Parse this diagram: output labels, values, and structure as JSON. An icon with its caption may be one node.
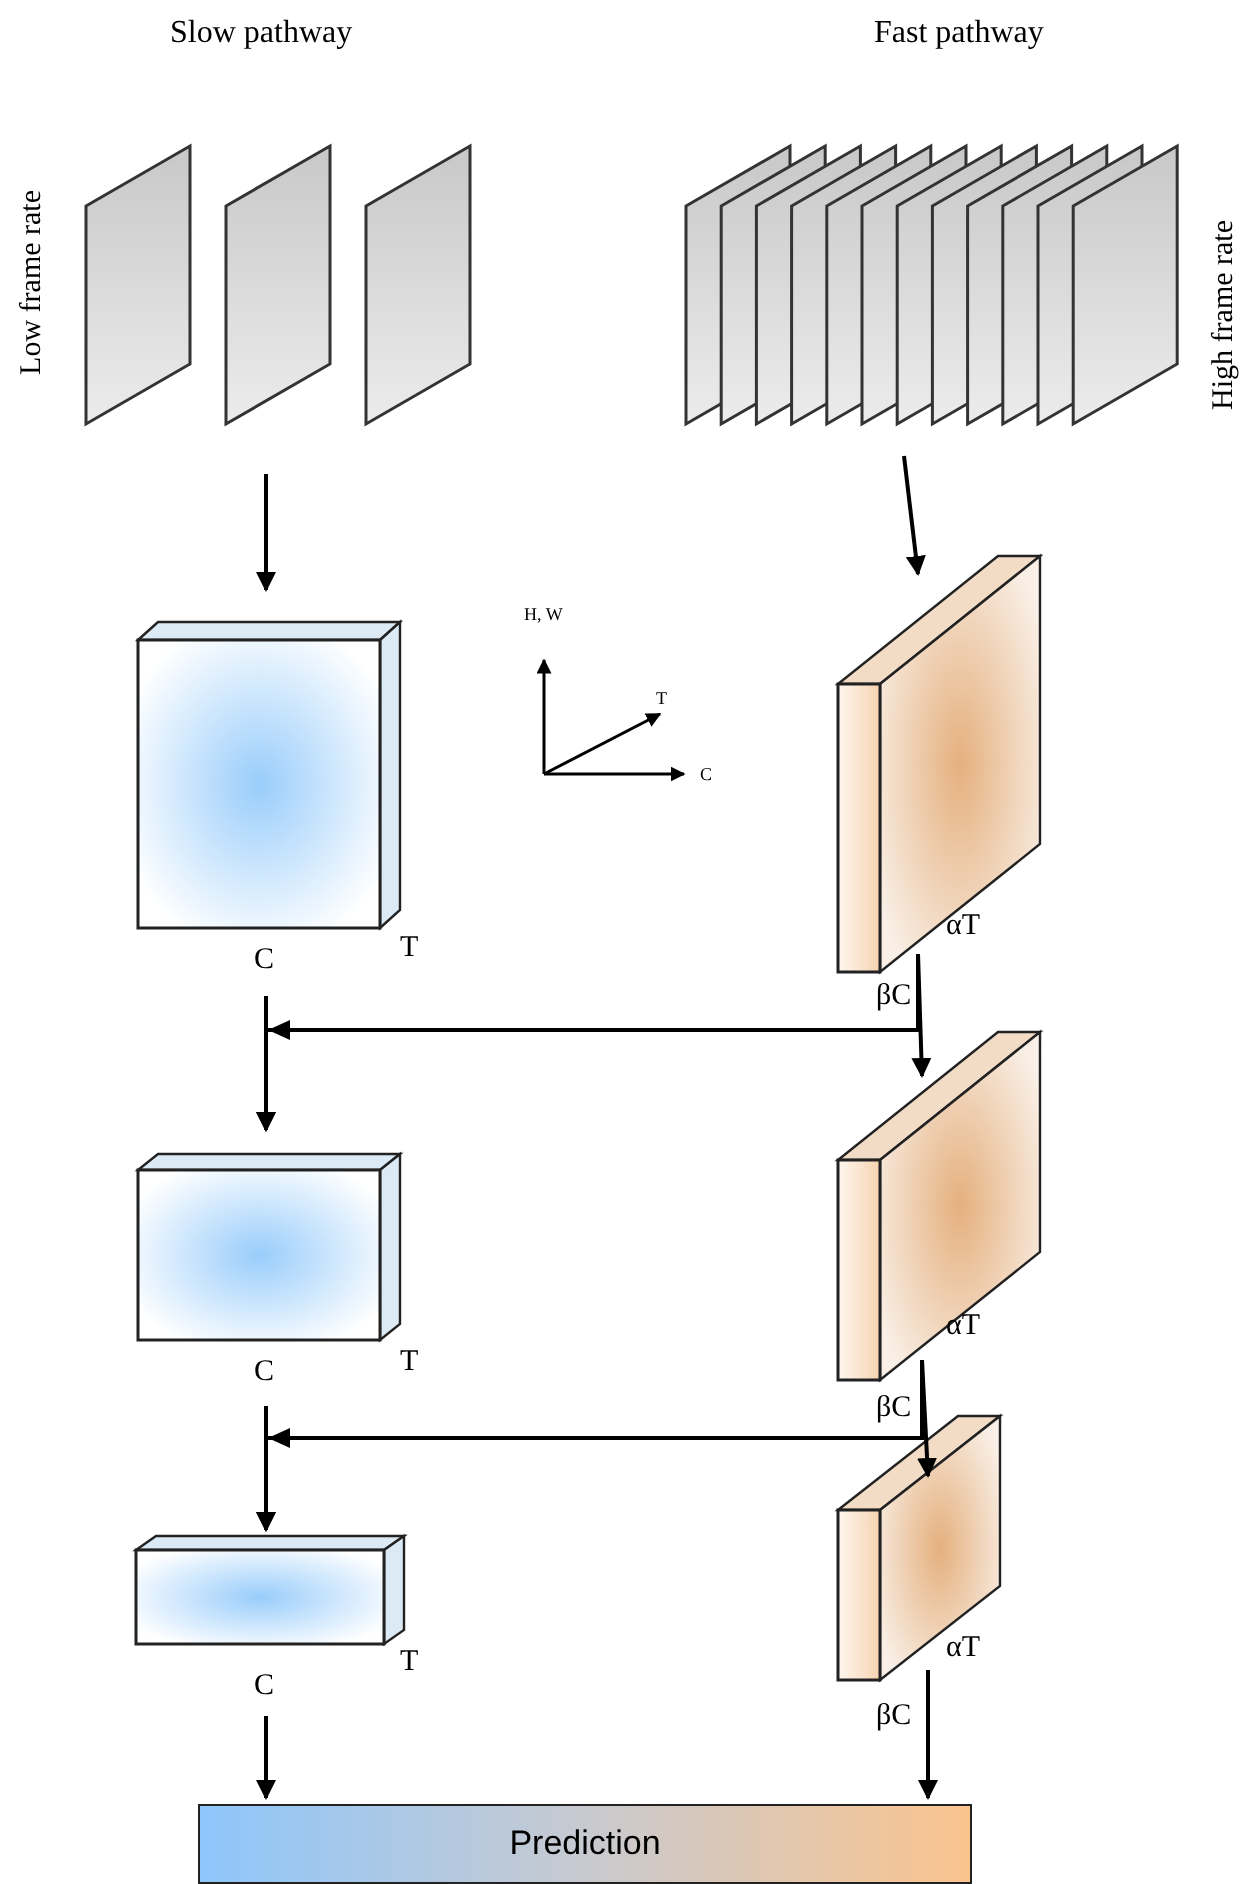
{
  "diagram": {
    "nodes": [
      {
        "text": [],
        "shape": "picture",
        "beside": [
          "Low frame rate"
        ]
      },
      {
        "text": [],
        "shape": "picture",
        "beside": [
          "High frame rate"
        ]
      },
      {
        "text": [],
        "shape": "box",
        "beside": [
          "C",
          "T"
        ]
      },
      {
        "text": [],
        "shape": "box",
        "beside": [
          "αT",
          "βC"
        ]
      },
      {
        "text": [],
        "shape": "box",
        "beside": [
          "C",
          "T"
        ]
      },
      {
        "text": [],
        "shape": "box",
        "beside": [
          "αT",
          "βC"
        ]
      },
      {
        "text": [],
        "shape": "box",
        "beside": [
          "C",
          "T"
        ]
      },
      {
        "text": [],
        "shape": "box",
        "beside": [
          "αT",
          "βC"
        ]
      },
      {
        "text": [
          "Prediction"
        ]
      }
    ],
    "edges": [
      {
        "from": 0,
        "to": 2,
        "arrow": "to"
      },
      {
        "from": 1,
        "to": 3,
        "arrow": "to"
      },
      {
        "from": 3,
        "to": 4,
        "arrow": "to"
      },
      {
        "from": 2,
        "to": 4,
        "arrow": "to"
      },
      {
        "from": 3,
        "to": 5,
        "arrow": "to"
      },
      {
        "from": 5,
        "to": 6,
        "arrow": "to"
      },
      {
        "from": 4,
        "to": 6,
        "arrow": "to"
      },
      {
        "from": 5,
        "to": 7,
        "arrow": "to"
      },
      {
        "from": 6,
        "to": 8,
        "arrow": "to"
      },
      {
        "from": 7,
        "to": 8,
        "arrow": "to"
      }
    ],
    "labels": [
      "Slow pathway",
      "Fast pathway",
      "H, W",
      "T",
      "C"
    ]
  }
}
